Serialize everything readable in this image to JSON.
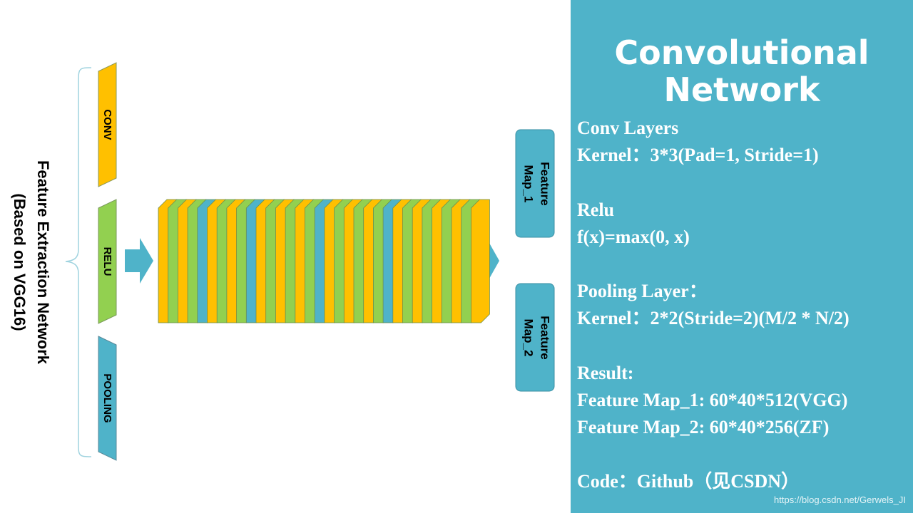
{
  "diagram": {
    "side_title_line1": "Feature Extraction Network",
    "side_title_line2": "(Based on VGG16)",
    "legend": [
      {
        "label": "CONV",
        "color": "#ffc000"
      },
      {
        "label": "RELU",
        "color": "#92d050"
      },
      {
        "label": "POOLING",
        "color": "#4fb3c9"
      }
    ],
    "stack_layers": [
      "CONV",
      "RELU",
      "CONV",
      "RELU",
      "POOLING",
      "CONV",
      "RELU",
      "CONV",
      "RELU",
      "POOLING",
      "CONV",
      "RELU",
      "CONV",
      "RELU",
      "CONV",
      "RELU",
      "POOLING",
      "CONV",
      "RELU",
      "CONV",
      "RELU",
      "CONV",
      "RELU",
      "POOLING",
      "CONV",
      "RELU",
      "CONV",
      "RELU",
      "CONV",
      "RELU",
      "CONV",
      "RELU",
      "CONV"
    ],
    "outputs": [
      {
        "line1": "Feature",
        "line2": "Map_1"
      },
      {
        "line1": "Feature",
        "line2": "Map_2"
      }
    ],
    "colors": {
      "conv": "#ffc000",
      "relu": "#92d050",
      "pooling": "#4fb3c9",
      "arrow": "#4fb3c9",
      "brace": "#9fd3df"
    }
  },
  "panel": {
    "title_line1": "Convolutional",
    "title_line2": "Network",
    "lines": [
      "Conv Layers",
      "Kernel：3*3(Pad=1, Stride=1)",
      "",
      "Relu",
      "f(x)=max(0, x)",
      "",
      "Pooling Layer：",
      "Kernel：2*2(Stride=2)(M/2 * N/2)",
      "",
      "Result:",
      "Feature Map_1: 60*40*512(VGG)",
      "Feature Map_2: 60*40*256(ZF)",
      "",
      "Code：Github（见CSDN）"
    ],
    "background": "#4fb3c9"
  },
  "watermark": "https://blog.csdn.net/Gerwels_JI"
}
